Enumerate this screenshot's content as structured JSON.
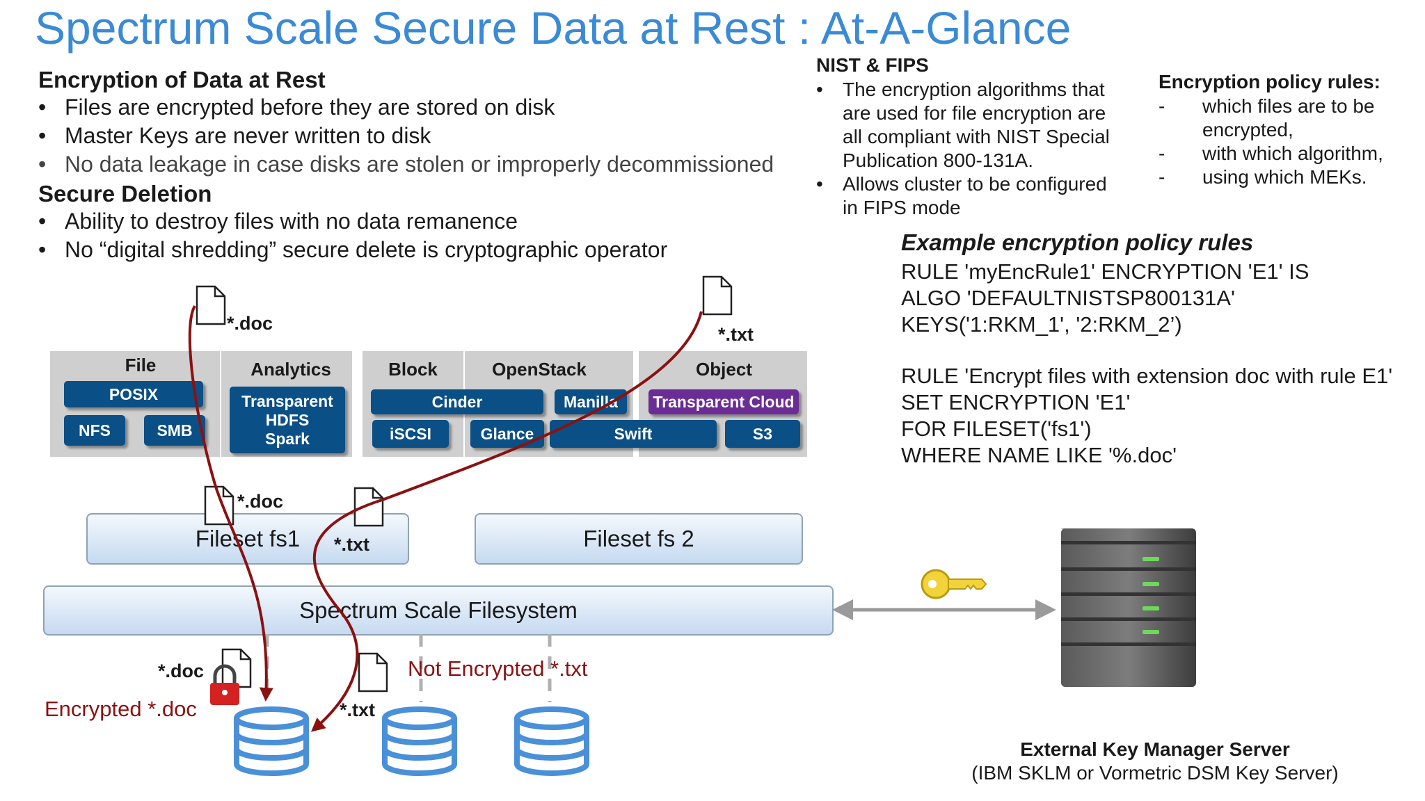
{
  "title": "Spectrum Scale Secure Data at Rest :  At-A-Glance",
  "encryption": {
    "heading": "Encryption of Data at Rest",
    "items": [
      "Files are encrypted before they are stored on disk",
      "Master Keys are never written to disk",
      "No data leakage in case disks are stolen or improperly decommissioned"
    ]
  },
  "deletion": {
    "heading": "Secure Deletion",
    "items": [
      "Ability to destroy files with no data remanence",
      "No “digital shredding” secure delete is cryptographic operator"
    ]
  },
  "bullet_char": "•",
  "dash_char": "-",
  "nist": {
    "heading": "NIST & FIPS",
    "item1": "The encryption algorithms that\nare used for file encryption are\nall compliant with NIST Special\nPublication 800-131A.",
    "item2": "Allows cluster to be configured\nin FIPS mode"
  },
  "policy": {
    "heading": "Encryption policy rules:",
    "item1": "which files are to be\nencrypted,",
    "item2": "with which algorithm,",
    "item3": "using which MEKs."
  },
  "example": {
    "heading": "Example encryption policy rules",
    "rule1": "RULE 'myEncRule1' ENCRYPTION 'E1' IS\nALGO 'DEFAULTNISTSP800131A'\nKEYS('1:RKM_1', '2:RKM_2’)",
    "rule2": "RULE 'Encrypt files with extension doc with rule E1'\nSET ENCRYPTION 'E1'\nFOR FILESET('fs1')\nWHERE NAME LIKE '%.doc'"
  },
  "protocols": {
    "file": {
      "header": "File",
      "posix": "POSIX",
      "nfs": "NFS",
      "smb": "SMB"
    },
    "analytics": {
      "header": "Analytics",
      "box": "Transparent\nHDFS\nSpark"
    },
    "block": {
      "header": "Block",
      "cinder": "Cinder",
      "iscsi": "iSCSI"
    },
    "openstack": {
      "header": "OpenStack",
      "manilla": "Manilla",
      "glance": "Glance",
      "swift": "Swift"
    },
    "object": {
      "header": "Object",
      "transparent_cloud": "Transparent  Cloud",
      "s3": "S3"
    }
  },
  "filesets": {
    "fs1": "Fileset fs1",
    "fs2": "Fileset fs 2"
  },
  "filesystem": "Spectrum Scale Filesystem",
  "file_labels": {
    "doc_top": "*.doc",
    "txt_top": "*.txt",
    "doc_mid": "*.doc",
    "txt_mid": "*.txt",
    "doc_bottom": "*.doc",
    "txt_bottom": "*.txt"
  },
  "status": {
    "encrypted": "Encrypted *.doc",
    "not_encrypted": "Not Encrypted *.txt"
  },
  "key_manager": {
    "title": "External Key Manager Server",
    "subtitle": "(IBM SKLM or Vormetric DSM Key Server)"
  },
  "colors": {
    "title": "#3a8ad6",
    "button_blue": "#0a4f86",
    "button_purple": "#6b2d95",
    "flow_red": "#8b1111",
    "disk_blue": "#4a90d9",
    "key_yellow": "#f2d33a"
  }
}
